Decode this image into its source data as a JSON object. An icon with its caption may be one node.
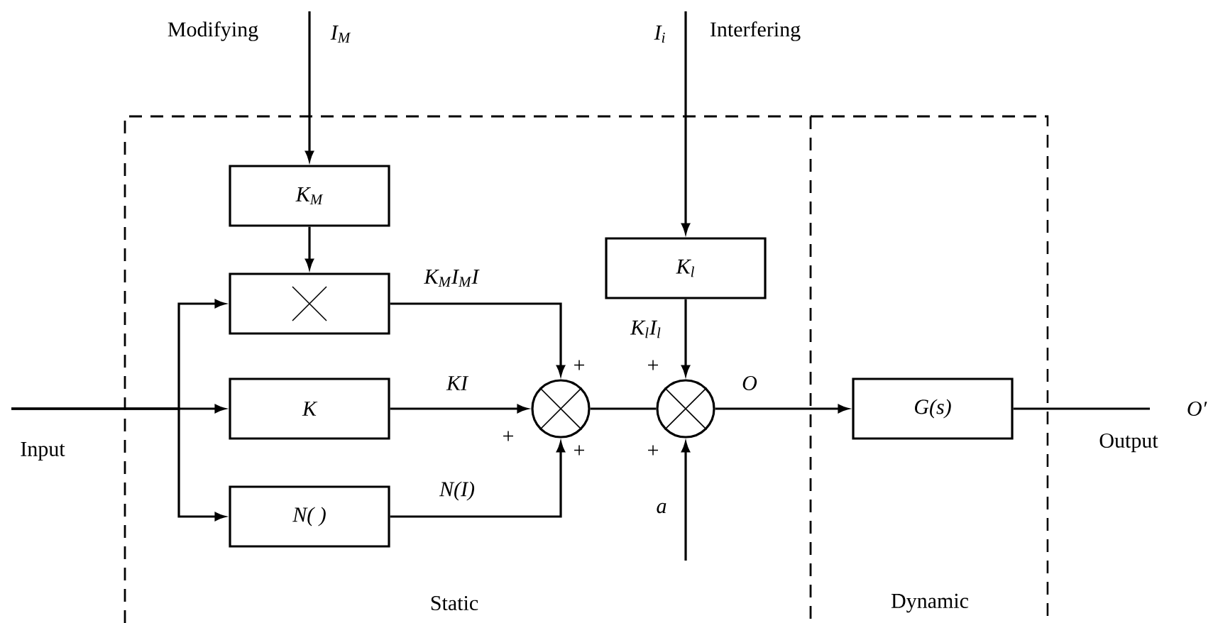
{
  "diagram": {
    "nodes": [
      {
        "text": [
          "Static"
        ]
      },
      {
        "text": [
          "Dynamic"
        ]
      },
      {
        "text": [
          "K$_{M}$"
        ],
        "in": 0
      },
      {
        "text": [],
        "shape": "box",
        "in": 0
      },
      {
        "text": [
          "K"
        ],
        "in": 0
      },
      {
        "text": [
          "N( )"
        ],
        "in": 0
      },
      {
        "text": [],
        "shape": "circle",
        "in": 0
      },
      {
        "text": [
          "K$_{l}$"
        ],
        "in": 0
      },
      {
        "text": [],
        "shape": "circle",
        "in": 0
      },
      {
        "text": [
          "G(s)"
        ],
        "in": 1
      }
    ],
    "edges": [
      {
        "from": null,
        "to": 3,
        "arrow": "to"
      },
      {
        "from": null,
        "to": 4,
        "arrow": "to"
      },
      {
        "from": null,
        "to": 5,
        "arrow": "to"
      },
      {
        "from": null,
        "to": 2,
        "arrow": "to",
        "label": "I$_{M}$"
      },
      {
        "from": 2,
        "to": 3,
        "arrow": "to"
      },
      {
        "from": 3,
        "to": 6,
        "arrow": "to",
        "label": "K$_{M}$I$_{M}$I"
      },
      {
        "from": 4,
        "to": 6,
        "arrow": "to",
        "label": "KI"
      },
      {
        "from": 5,
        "to": 6,
        "arrow": "to",
        "label": "N(I)"
      },
      {
        "from": 6,
        "to": 8,
        "arrow": "none"
      },
      {
        "from": null,
        "to": 7,
        "arrow": "to",
        "label": "I$_{i}$"
      },
      {
        "from": 7,
        "to": 8,
        "arrow": "to",
        "label": "K$_{l}$I$_{l}$"
      },
      {
        "from": null,
        "to": 8,
        "arrow": "to",
        "label": "a"
      },
      {
        "from": 8,
        "to": 9,
        "arrow": "to",
        "label": "O"
      },
      {
        "from": 9,
        "to": null,
        "arrow": "none"
      }
    ],
    "labels": [
      "Modifying",
      "Interfering",
      "+",
      "+",
      "+",
      "+",
      "+",
      "Input",
      "Output",
      "O′"
    ]
  }
}
